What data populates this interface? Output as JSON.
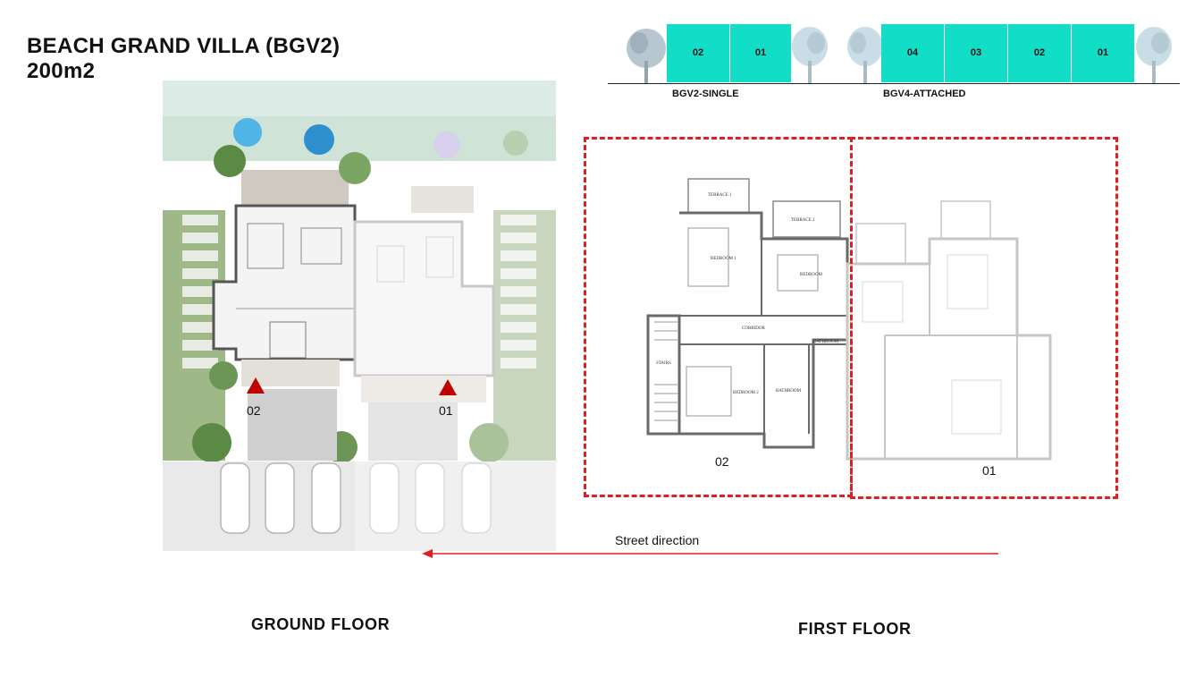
{
  "title": {
    "line1": "BEACH GRAND VILLA (BGV2)",
    "line2": "200m2"
  },
  "strip": {
    "bgv2_units": [
      "02",
      "01"
    ],
    "bgv2_label": "BGV2-SINGLE",
    "bgv4_units": [
      "04",
      "03",
      "02",
      "01"
    ],
    "bgv4_label": "BGV4-ATTACHED",
    "accent_color": "#12dec8"
  },
  "ground_floor": {
    "label": "GROUND FLOOR",
    "markers": [
      "02",
      "01"
    ],
    "marker_color": "#c00000"
  },
  "first_floor": {
    "label": "FIRST FLOOR",
    "units": [
      "02",
      "01"
    ],
    "outline_color": "#e02020",
    "rooms": {
      "terrace1": "TERRACE 1",
      "terrace2": "TERRACE 2",
      "bedroom1": "BEDROOM 1",
      "bedroom": "BEDROOM",
      "corridor": "CORRIDOR",
      "stairs": "STAIRS",
      "bedroom2": "BEDROOM 2",
      "bathroom": "BATHROOM",
      "bathroom2": "BATHROOM"
    }
  },
  "street": {
    "label": "Street direction",
    "arrow_color": "#e02020"
  }
}
